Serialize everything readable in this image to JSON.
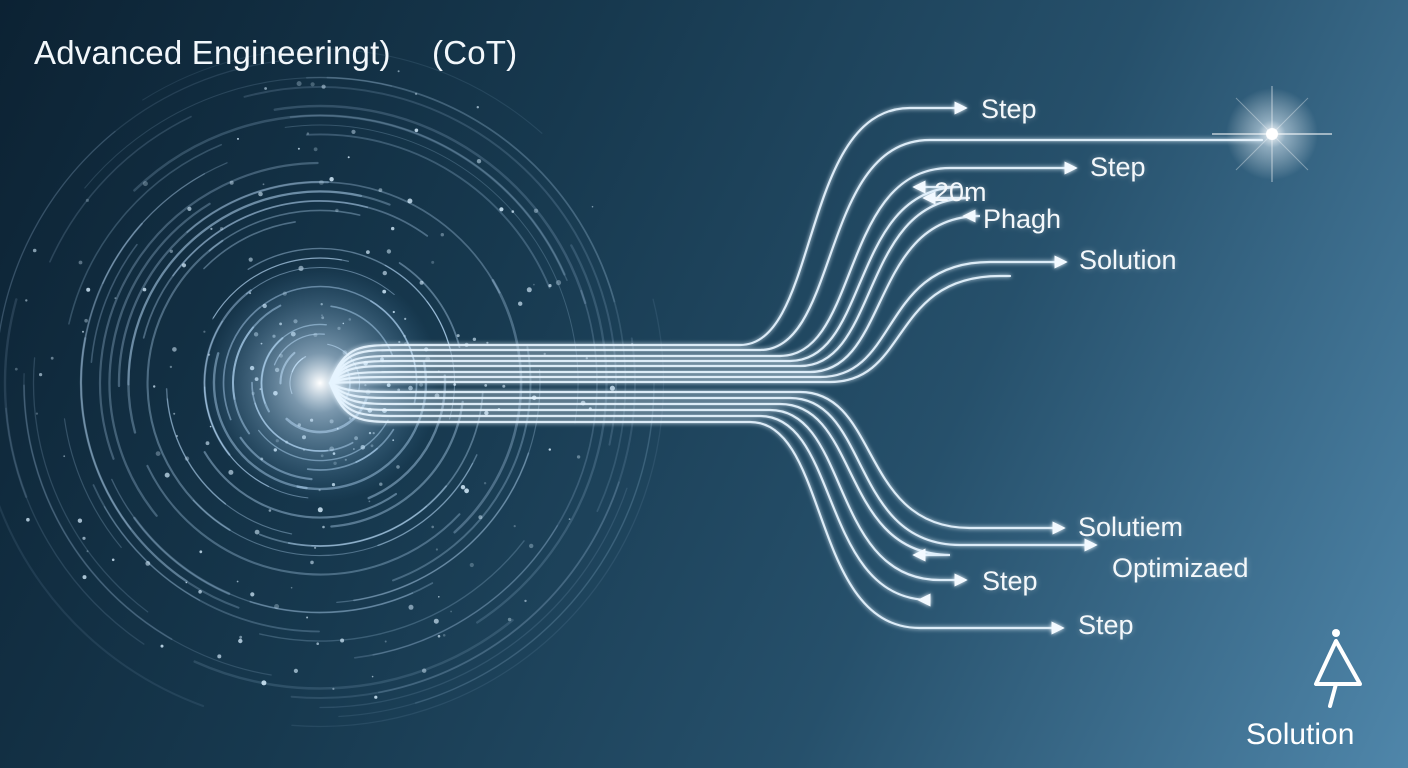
{
  "title": "Advanced Engineeringt)",
  "subtitle": "(CoT)",
  "labels": [
    {
      "text": "Step"
    },
    {
      "text": "Step"
    },
    {
      "text": "20m"
    },
    {
      "text": "Phagh"
    },
    {
      "text": "Solution"
    },
    {
      "text": "Solutiem"
    },
    {
      "text": "Optimizaed"
    },
    {
      "text": "Step"
    },
    {
      "text": "Step"
    }
  ],
  "corner_label": "Solution",
  "icons": {
    "corner": "person-cone-icon",
    "flare": "light-flare-icon"
  },
  "colors": {
    "bg_dark": "#0c2233",
    "bg_light": "#4f86aa",
    "stroke": "#e6f4ff"
  }
}
